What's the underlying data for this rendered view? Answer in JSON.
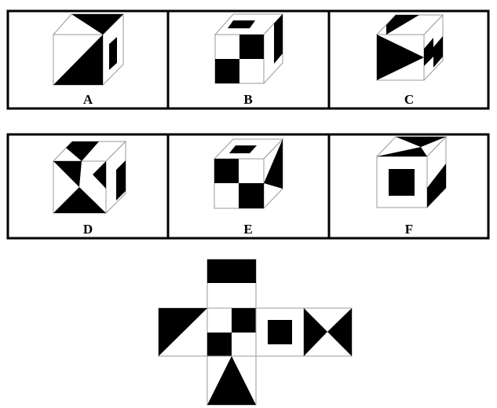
{
  "options": [
    {
      "label": "A"
    },
    {
      "label": "B"
    },
    {
      "label": "C"
    },
    {
      "label": "D"
    },
    {
      "label": "E"
    },
    {
      "label": "F"
    }
  ],
  "colors": {
    "ink": "#000000",
    "paper": "#ffffff",
    "edge": "#9a9a9a"
  }
}
